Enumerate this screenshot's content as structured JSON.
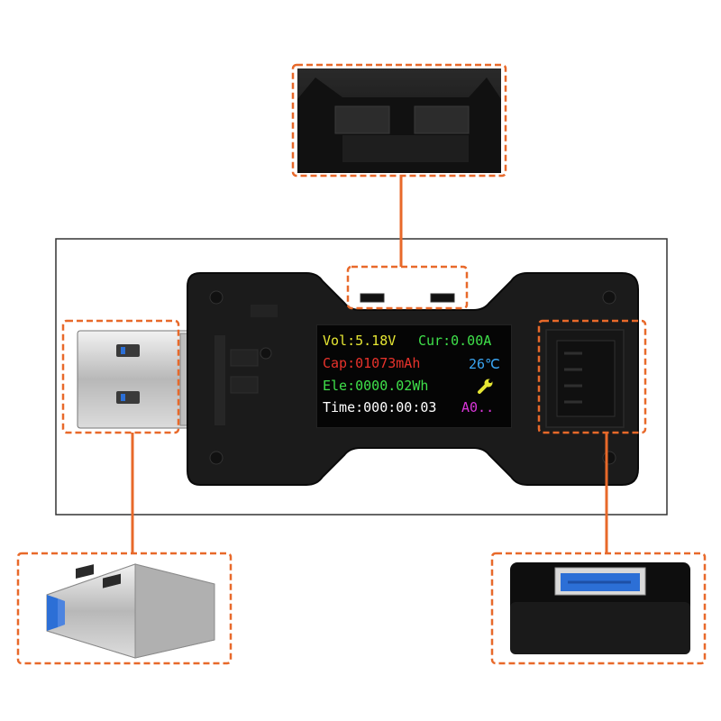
{
  "lcd": {
    "voltage": "Vol:5.18V",
    "current": "Cur:0.00A",
    "capacity": "Cap:01073mAh",
    "temperature": "26℃",
    "energy": "Ele:0000.02Wh",
    "time": "Time:000:00:03",
    "mode": "A0.."
  },
  "colors": {
    "callout": "#e8692a",
    "device_body": "#1b1b1b",
    "lcd_bg": "#050505",
    "voltage": "#e6e633",
    "current": "#3fe04a",
    "capacity": "#e8322b",
    "temperature": "#3aa5f2",
    "energy": "#3fe04a",
    "time": "#ffffff",
    "mode": "#d935d9",
    "usb_blue": "#2c6fd6"
  },
  "icons": {
    "settings": "wrench-icon"
  }
}
